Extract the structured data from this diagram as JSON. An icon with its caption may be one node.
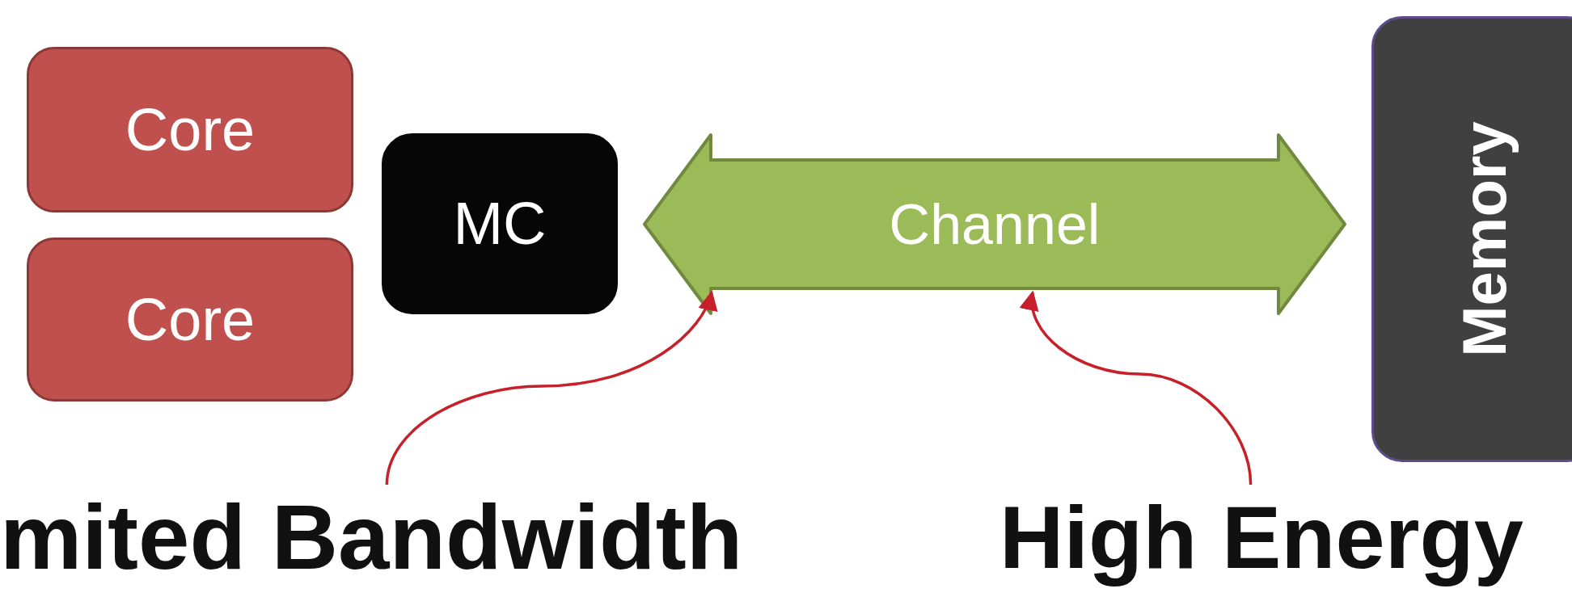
{
  "diagram": {
    "nodes": [
      {
        "text": [
          "Core"
        ]
      },
      {
        "text": [
          "Core"
        ]
      },
      {
        "text": [
          "MC"
        ]
      },
      {
        "text": [
          "Memory"
        ]
      },
      {
        "text": [
          "mited Bandwidth"
        ]
      },
      {
        "text": [
          "High Energy"
        ]
      }
    ],
    "edges": [
      {
        "from": 2,
        "to": 3,
        "arrow": "both",
        "label": "Channel",
        "style": "thick"
      },
      {
        "from": 4,
        "to": null,
        "arrow": "to"
      },
      {
        "from": 5,
        "to": null,
        "arrow": "to"
      }
    ]
  }
}
